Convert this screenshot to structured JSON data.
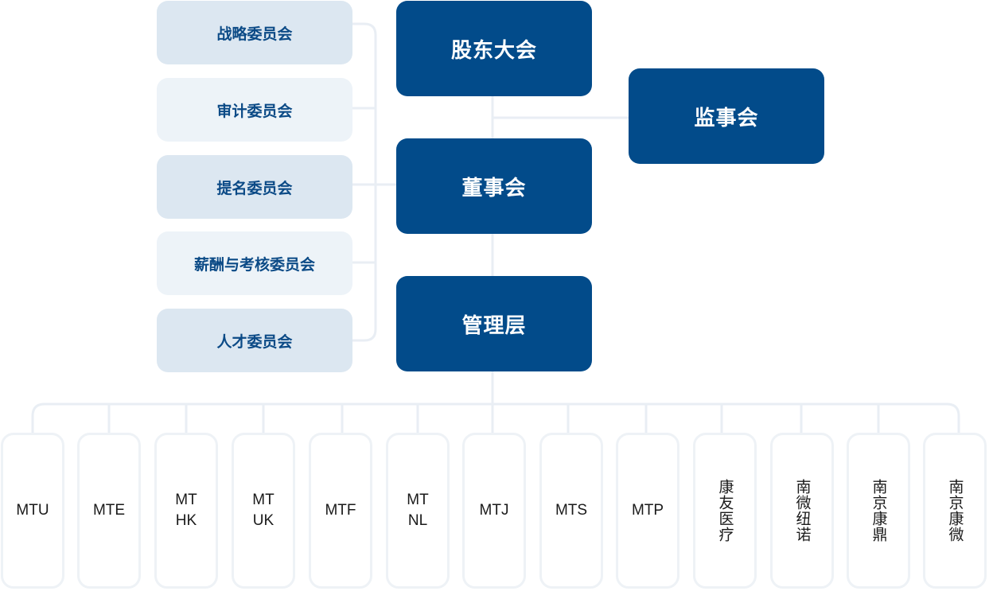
{
  "top": {
    "shareholders": "股东大会",
    "supervisors": "监事会",
    "board": "董事会",
    "management": "管理层"
  },
  "committees": [
    {
      "label": "战略委员会"
    },
    {
      "label": "审计委员会"
    },
    {
      "label": "提名委员会"
    },
    {
      "label": "薪酬与考核委员会"
    },
    {
      "label": "人才委员会"
    }
  ],
  "subsidiaries": [
    {
      "label": "MTU"
    },
    {
      "label": "MTE"
    },
    {
      "label": "MT\nHK"
    },
    {
      "label": "MT\nUK"
    },
    {
      "label": "MTF"
    },
    {
      "label": "MT\nNL"
    },
    {
      "label": "MTJ"
    },
    {
      "label": "MTS"
    },
    {
      "label": "MTP"
    },
    {
      "label": "康友医疗"
    },
    {
      "label": "南微纽诺"
    },
    {
      "label": "南京康鼎"
    },
    {
      "label": "南京康微"
    }
  ],
  "colors": {
    "primary": "#024b8a",
    "committee_a": "#dce7f1",
    "committee_b": "#edf3f8",
    "connector": "#e9eef4"
  }
}
